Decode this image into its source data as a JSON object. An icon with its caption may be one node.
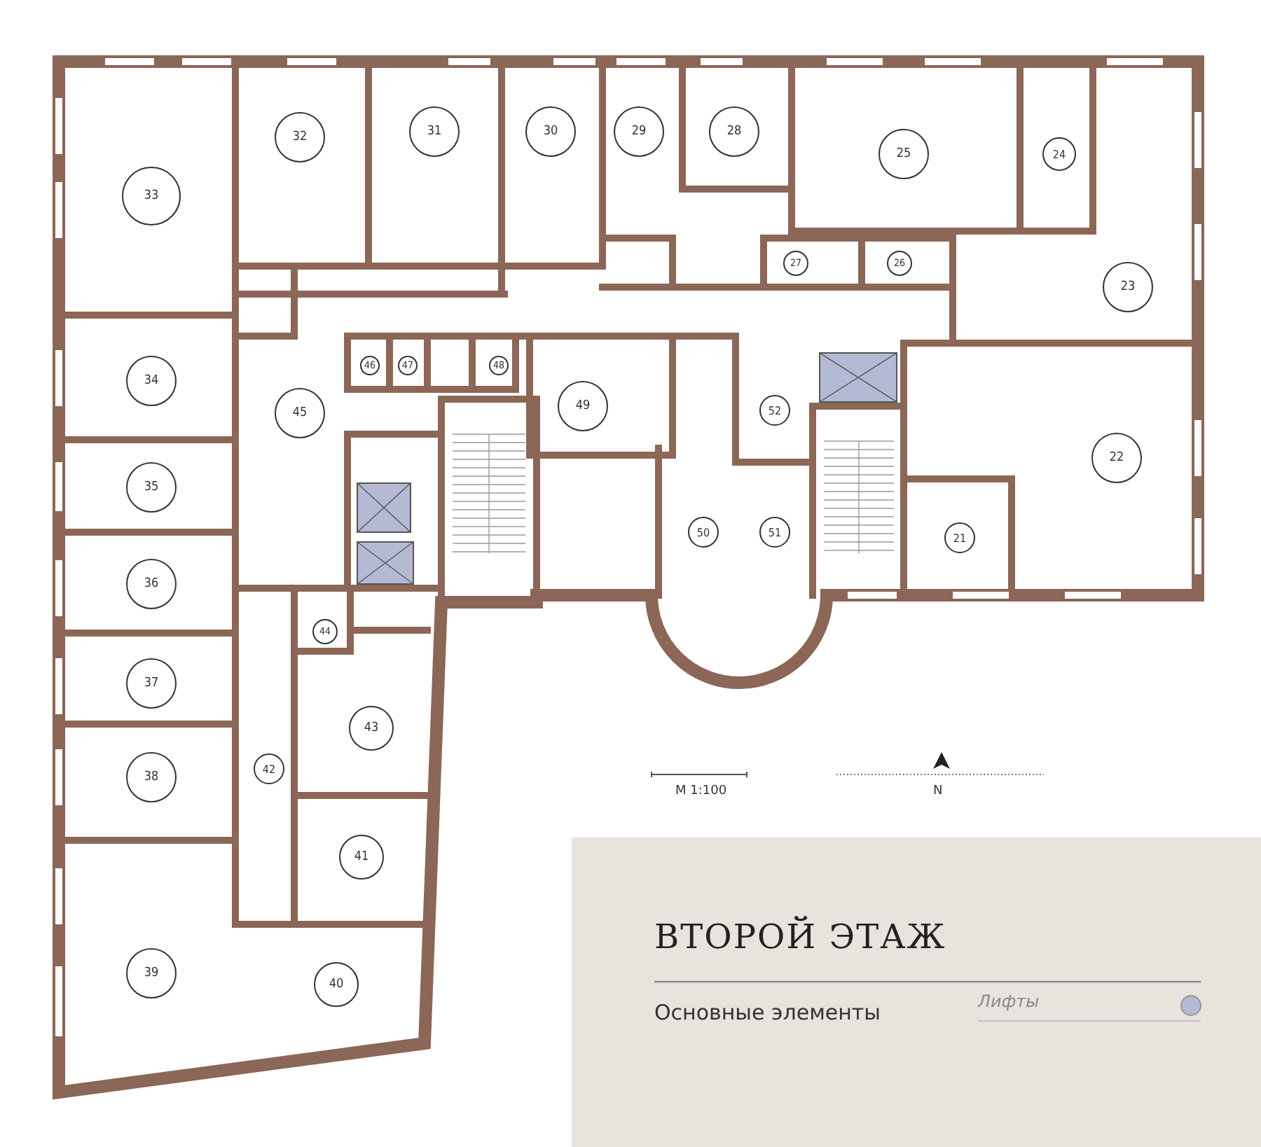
{
  "diagram": {
    "title": "ВТОРОЙ ЭТАЖ",
    "nodes": [
      {
        "text": [
          "32"
        ]
      },
      {
        "text": [
          "31"
        ]
      },
      {
        "text": [
          "30"
        ]
      },
      {
        "text": [
          "29"
        ]
      },
      {
        "text": [
          "28"
        ]
      },
      {
        "text": [
          "25"
        ]
      },
      {
        "text": [
          "24"
        ]
      },
      {
        "text": [
          "33"
        ]
      },
      {
        "text": [
          "27"
        ]
      },
      {
        "text": [
          "26"
        ]
      },
      {
        "text": [
          "23"
        ]
      },
      {
        "text": [
          "46"
        ]
      },
      {
        "text": [
          "47"
        ]
      },
      {
        "text": [
          "48"
        ]
      },
      {
        "text": [
          "34"
        ]
      },
      {
        "text": [
          "45"
        ]
      },
      {
        "text": [
          "49"
        ]
      },
      {
        "text": [
          "52"
        ]
      },
      {
        "text": [
          "22"
        ]
      },
      {
        "text": [
          "35"
        ]
      },
      {
        "text": [
          "50"
        ]
      },
      {
        "text": [
          "51"
        ]
      },
      {
        "text": [
          "21"
        ]
      },
      {
        "text": [
          "36"
        ]
      },
      {
        "text": [
          "44"
        ]
      },
      {
        "text": [
          "37"
        ]
      },
      {
        "text": [
          "43"
        ]
      },
      {
        "text": [
          "38"
        ]
      },
      {
        "text": [
          "42"
        ]
      },
      {
        "text": [
          "41"
        ]
      },
      {
        "text": [
          "39"
        ]
      },
      {
        "text": [
          "40"
        ]
      }
    ],
    "labels": [
      "М 1:100",
      "N",
      "Основные элементы"
    ],
    "legend": [
      {
        "text": "Лифты",
        "color": "#b4b9d4"
      }
    ]
  }
}
